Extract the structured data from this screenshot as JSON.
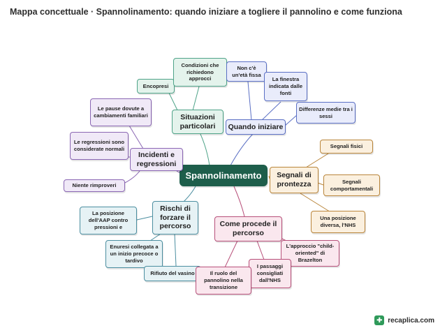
{
  "title": "Mappa concettuale · Spannolinamento: quando iniziare a togliere il pannolino e come funziona",
  "center": "Spannolinamento",
  "branches": {
    "situazioni": {
      "label": "Situazioni particolari",
      "leaves": [
        "Encopresi",
        "Condizioni che richiedono approcci"
      ]
    },
    "quando": {
      "label": "Quando iniziare",
      "leaves": [
        "Non c'è un'età fissa",
        "La finestra indicata dalle fonti",
        "Differenze medie tra i sessi"
      ]
    },
    "incidenti": {
      "label": "Incidenti e regressioni",
      "leaves": [
        "Le pause dovute a cambiamenti familiari",
        "Le regressioni sono considerate normali",
        "Niente rimproveri"
      ]
    },
    "segnali": {
      "label": "Segnali di prontezza",
      "leaves": [
        "Segnali fisici",
        "Segnali comportamentali",
        "Una posizione diversa, l'NHS"
      ]
    },
    "rischi": {
      "label": "Rischi di forzare il percorso",
      "leaves": [
        "La posizione dell'AAP contro pressioni e",
        "Enuresi collegata a un inizio precoce o tardivo",
        "Rifiuto del vasino"
      ]
    },
    "procede": {
      "label": "Come procede il percorso",
      "leaves": [
        "L'approccio \"child-oriented\" di Brazelton",
        "I passaggi consigliati dall'NHS",
        "Il ruolo del pannolino nella transizione"
      ]
    }
  },
  "colors": {
    "center": "#1e5e4b",
    "situazioni": "#4ea388",
    "quando": "#5a6fc4",
    "incidenti": "#8a66b3",
    "segnali": "#b9853a",
    "rischi": "#4b8ea0",
    "procede": "#b74f79"
  },
  "brand": {
    "icon": "recaplica-logo-icon",
    "text": "recaplica.com"
  }
}
